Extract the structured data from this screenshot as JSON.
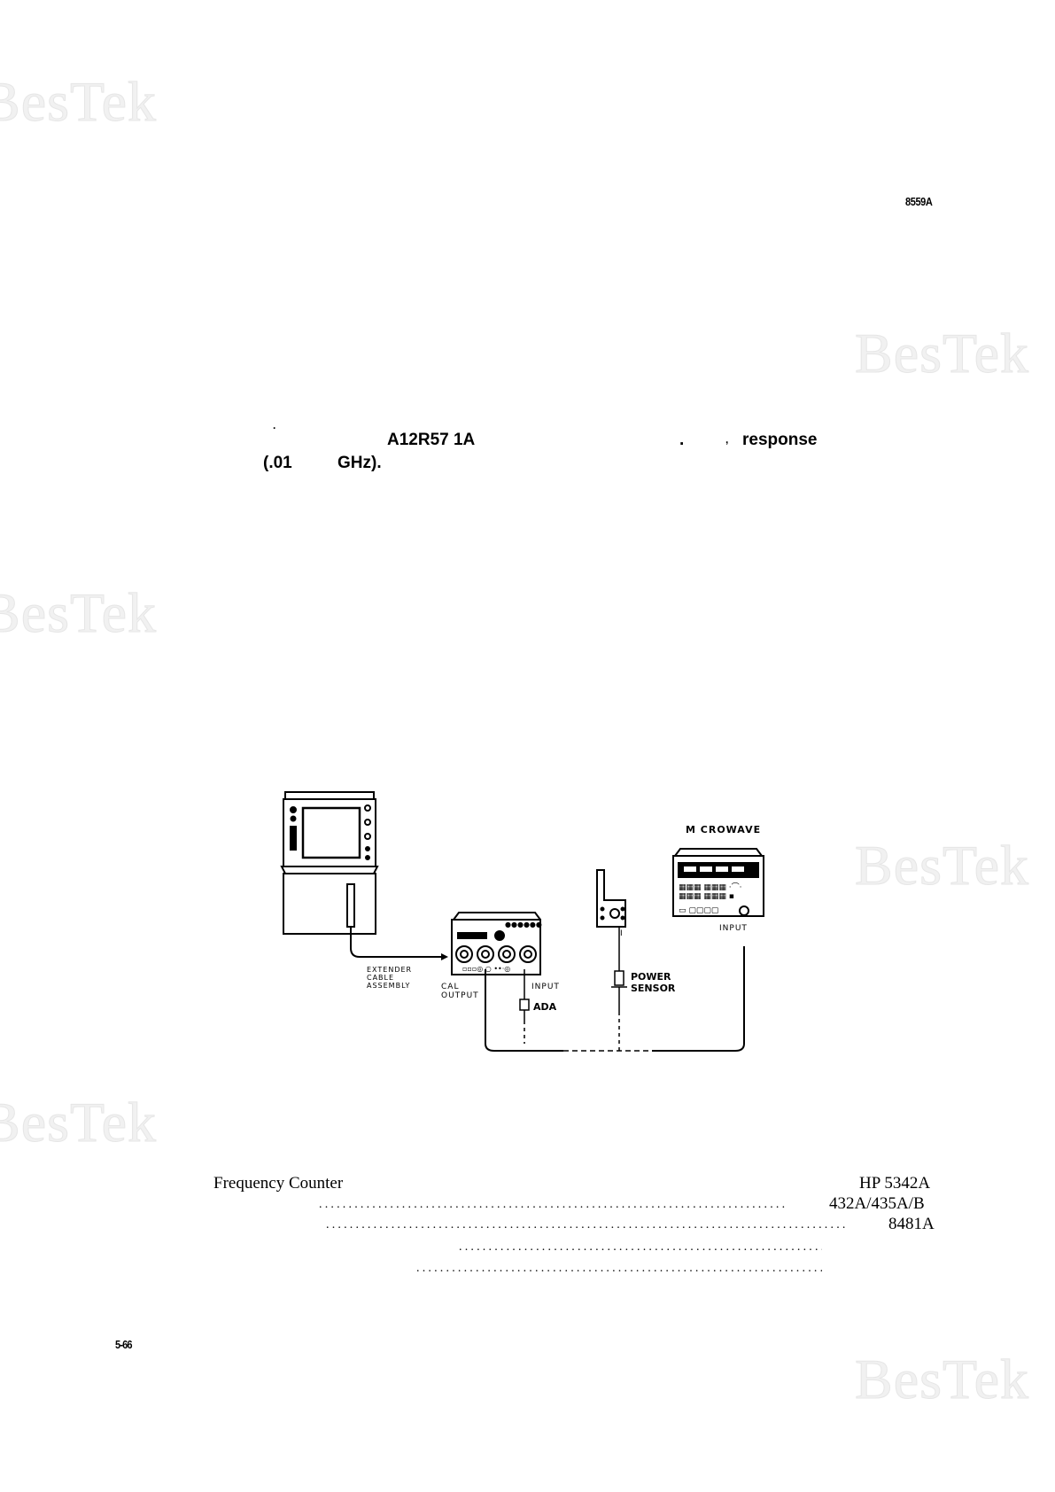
{
  "watermark": "BesTek",
  "header": {
    "model": "8559A"
  },
  "text": {
    "line1_part1": "A12R57 1A",
    "line1_part2": "response",
    "line2_part1": "(.01",
    "line2_part2": "GHz)."
  },
  "figure": {
    "label_extender": [
      "EXTENDER",
      "CABLE",
      "ASSEMBLY"
    ],
    "label_cal_output": [
      "CAL",
      "OUTPUT"
    ],
    "label_input_left": "INPUT",
    "label_ada": "ADA",
    "label_power_sensor": [
      "POWER",
      "SENSOR"
    ],
    "label_microwave": "M CROWAVE",
    "label_input_right": "INPUT",
    "label_one": "I"
  },
  "equipment": {
    "row1_name": "Frequency Counter",
    "row1_model": "HP 5342A",
    "row2_model": "432A/435A/B",
    "row3_model": "8481A"
  },
  "footer": {
    "page": "5-66"
  }
}
